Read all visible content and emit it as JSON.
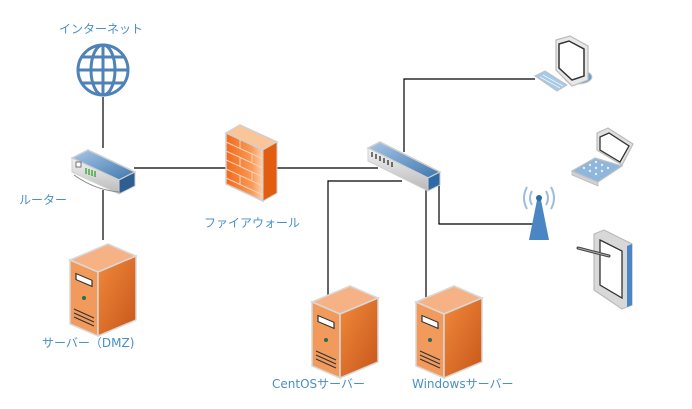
{
  "title": "ネットワーク構成図",
  "nodes": {
    "internet": {
      "label": "インターネット",
      "icon": "globe-icon"
    },
    "router": {
      "label": "ルーター",
      "icon": "router-icon"
    },
    "firewall": {
      "label": "ファイアウォール",
      "icon": "firewall-icon"
    },
    "dmz_server": {
      "label": "サーバー（DMZ)",
      "icon": "server-icon"
    },
    "switch": {
      "label": "",
      "icon": "switch-icon"
    },
    "centos_server": {
      "label": "CentOSサーバー",
      "icon": "server-icon"
    },
    "windows_server": {
      "label": "Windowsサーバー",
      "icon": "server-icon"
    },
    "desktop": {
      "label": "",
      "icon": "desktop-pc-icon"
    },
    "laptop": {
      "label": "",
      "icon": "laptop-icon"
    },
    "access_point": {
      "label": "",
      "icon": "wireless-access-point-icon"
    },
    "tablet": {
      "label": "",
      "icon": "tablet-icon"
    }
  },
  "connections": [
    [
      "internet",
      "router"
    ],
    [
      "router",
      "dmz_server"
    ],
    [
      "router",
      "firewall"
    ],
    [
      "firewall",
      "switch"
    ],
    [
      "switch",
      "desktop"
    ],
    [
      "switch",
      "centos_server"
    ],
    [
      "switch",
      "windows_server"
    ],
    [
      "switch",
      "access_point"
    ]
  ],
  "colors": {
    "label": "#4a8fc6",
    "line": "#000000",
    "server_orange": "#e8782e",
    "device_blue": "#4f86b8"
  }
}
